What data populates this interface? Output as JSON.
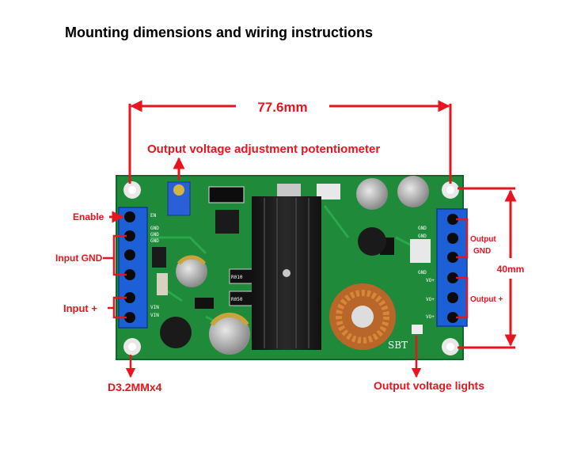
{
  "title": "Mounting dimensions and wiring instructions",
  "dimensions": {
    "width": "77.6mm",
    "height": "40mm",
    "hole": "D3.2MMx4"
  },
  "callouts": {
    "potentiometer": "Output voltage adjustment potentiometer",
    "enable": "Enable",
    "input_gnd": "Input GND",
    "input_plus": "Input +",
    "output_gnd": "Output GND",
    "output_plus": "Output +",
    "output_lights": "Output voltage lights"
  },
  "board_silkscreen": {
    "en": "EN",
    "gnd": [
      "GND",
      "GND",
      "GND"
    ],
    "vin": [
      "VIN",
      "VIN"
    ],
    "vo_gnd": [
      "GND",
      "GND",
      "GND"
    ],
    "vo_plus": [
      "VO+",
      "VO+",
      "VO+"
    ],
    "resistor_1": "R010",
    "resistor_2": "R050",
    "brand": "SBT"
  },
  "colors": {
    "annotation": "#e8141e",
    "pcb": "#1e8a3a",
    "terminal": "#1c5fd6"
  }
}
